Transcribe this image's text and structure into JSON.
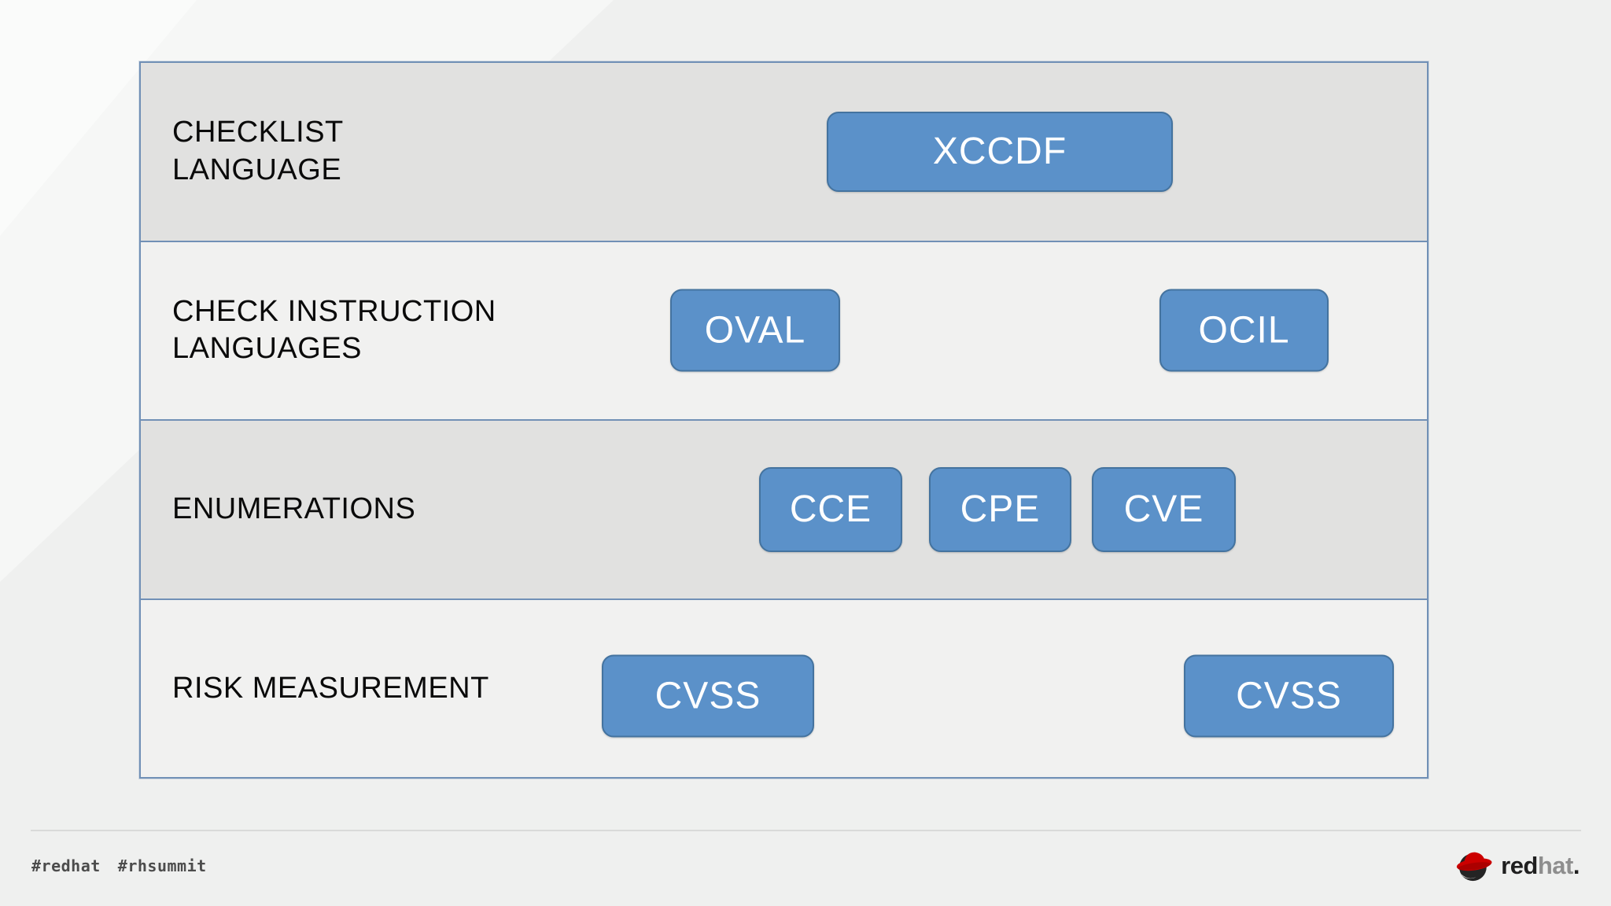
{
  "colors": {
    "background": "#eff0ef",
    "table_border": "#7190b6",
    "row_gray": "#e1e1e0",
    "row_light": "#f1f1f0",
    "box_fill": "#5b91c9",
    "box_border": "#44739f",
    "box_text": "#ffffff",
    "logo_red": "#cc0000"
  },
  "diagram": {
    "rows": [
      {
        "label": "CHECKLIST\nLANGUAGE",
        "items": [
          {
            "label": "XCCDF"
          }
        ]
      },
      {
        "label": "CHECK INSTRUCTION\nLANGUAGES",
        "items": [
          {
            "label": "OVAL"
          },
          {
            "label": "OCIL"
          }
        ]
      },
      {
        "label": "ENUMERATIONS",
        "items": [
          {
            "label": "CCE"
          },
          {
            "label": "CPE"
          },
          {
            "label": "CVE"
          }
        ]
      },
      {
        "label": "RISK MEASUREMENT",
        "items": [
          {
            "label": "CVSS"
          },
          {
            "label": "CVSS"
          }
        ]
      }
    ]
  },
  "footer": {
    "hashtag_1": "#redhat",
    "hashtag_2": "#rhsummit",
    "logo": {
      "red": "red",
      "hat": "hat",
      "period": "."
    }
  }
}
